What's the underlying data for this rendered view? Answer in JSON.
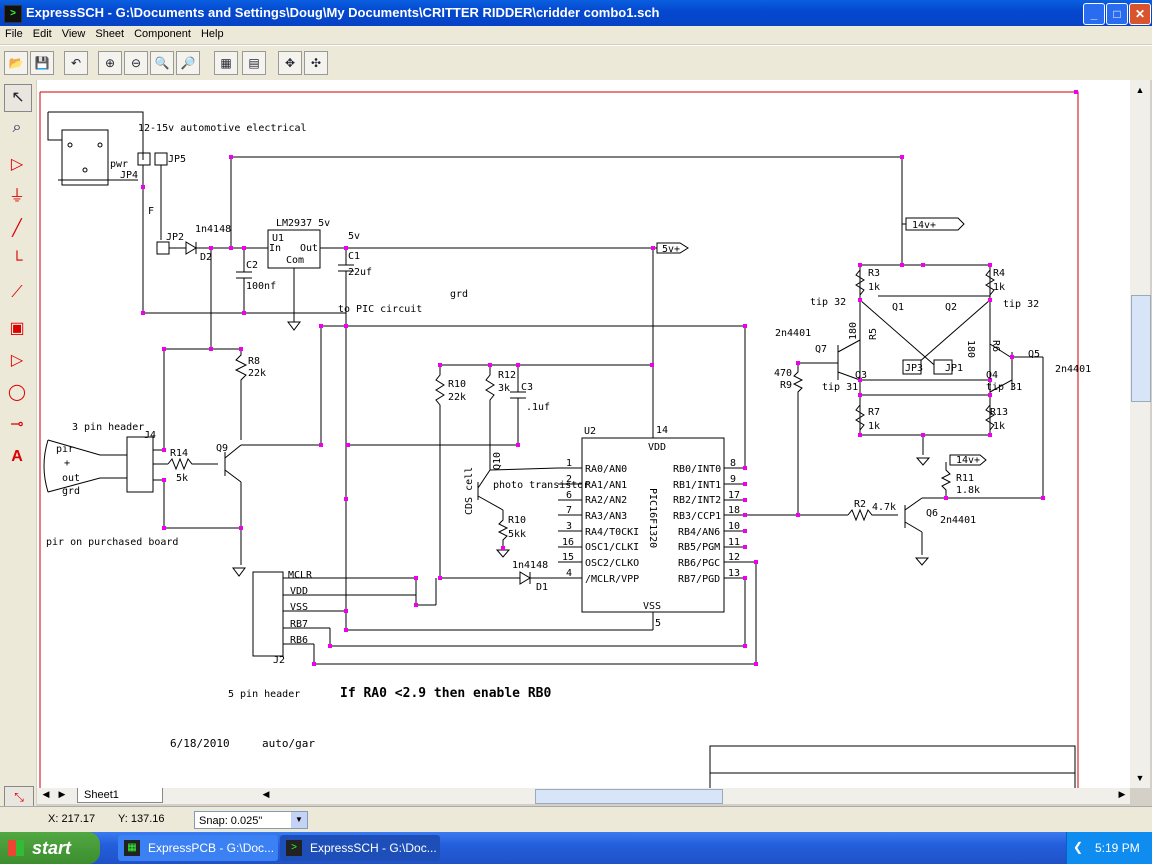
{
  "window": {
    "title": "ExpressSCH - G:\\Documents and Settings\\Doug\\My Documents\\CRITTER RIDDER\\cridder combo1.sch",
    "app_icon": "expresssch-icon",
    "buttons": {
      "minimize": "_",
      "maximize": "□",
      "close": "✕"
    }
  },
  "menu": [
    "File",
    "Edit",
    "View",
    "Sheet",
    "Component",
    "Help"
  ],
  "toolbar": [
    {
      "icon": "open-icon",
      "glyph": "📂"
    },
    {
      "icon": "save-icon",
      "glyph": "💾"
    },
    {
      "icon": "undo-icon",
      "glyph": "↶"
    },
    {
      "icon": "zoom-in-icon",
      "glyph": "⊕"
    },
    {
      "icon": "zoom-out-icon",
      "glyph": "⊖"
    },
    {
      "icon": "zoom-area-icon",
      "glyph": "🔍"
    },
    {
      "icon": "zoom-page-icon",
      "glyph": "🔎"
    },
    {
      "icon": "properties-icon",
      "glyph": "▦"
    },
    {
      "icon": "sheet-props-icon",
      "glyph": "▤"
    },
    {
      "icon": "pan-icon",
      "glyph": "✥"
    },
    {
      "icon": "center-icon",
      "glyph": "✣"
    }
  ],
  "tools": [
    {
      "icon": "select-arrow-icon",
      "glyph": "↖",
      "selected": true
    },
    {
      "icon": "zoom-tool-icon",
      "glyph": "⌕"
    },
    {
      "icon": "component-icon",
      "glyph": "▷"
    },
    {
      "icon": "ground-icon",
      "glyph": "⏚"
    },
    {
      "icon": "wire-icon",
      "glyph": "╱"
    },
    {
      "icon": "wire-corner-icon",
      "glyph": "└"
    },
    {
      "icon": "bus-icon",
      "glyph": "⟋"
    },
    {
      "icon": "module-icon",
      "glyph": "▣"
    },
    {
      "icon": "opamp-icon",
      "glyph": "▷"
    },
    {
      "icon": "circle-icon",
      "glyph": "◯"
    },
    {
      "icon": "port-icon",
      "glyph": "⊸"
    },
    {
      "icon": "text-icon",
      "glyph": "A"
    }
  ],
  "schematic": {
    "labels": {
      "supply_note": "12-15v automotive electrical",
      "pwr": "pwr",
      "jp4": "JP4",
      "jp5": "JP5",
      "jp2": "JP2",
      "fuse": "F",
      "d2_part": "1n4148",
      "d2": "D2",
      "reg": "LM2937 5v",
      "u1": "U1",
      "u1_in": "In",
      "u1_out": "Out",
      "u1_com": "Com",
      "v5": "5v",
      "c2": "C2",
      "c2_val": "100nf",
      "c1": "C1",
      "c1_val": "22uf",
      "grd": "grd",
      "to_pic": "to PIC circuit",
      "net_5v": "5v+",
      "net_14v": "14v+",
      "net_14v_b": "14v+",
      "r8": "R8",
      "r8_val": "22k",
      "r10a": "R10",
      "r10a_val": "22k",
      "r12": "R12",
      "r12_val": "3k",
      "c3": "C3",
      "c3_val": ".1uf",
      "hdr3": "3 pin header",
      "j4": "J4",
      "pir": "pir",
      "plus": "+",
      "out": "out",
      "grd2": "grd",
      "r14": "R14",
      "r14_val": "5k",
      "q9": "Q9",
      "pir_note": "pir on purchased board",
      "cds": "CDS cell",
      "q10": "Q10",
      "photo": "photo transistor",
      "r10b": "R10",
      "r10b_val": "5kk",
      "d1_part": "1n4148",
      "d1": "D1",
      "u2": "U2",
      "vdd": "VDD",
      "vss": "VSS",
      "pic": "PIC16F1320",
      "pins_left": [
        "RA0/AN0",
        "RA1/AN1",
        "RA2/AN2",
        "RA3/AN3",
        "RA4/T0CKI",
        "OSC1/CLKI",
        "OSC2/CLKO",
        "/MCLR/VPP"
      ],
      "pins_left_num": [
        "1",
        "2",
        "6",
        "7",
        "3",
        "16",
        "15",
        "4"
      ],
      "pins_right": [
        "RB0/INT0",
        "RB1/INT1",
        "RB2/INT2",
        "RB3/CCP1",
        "RB4/AN6",
        "RB5/PGM",
        "RB6/PGC",
        "RB7/PGD"
      ],
      "pins_right_num": [
        "8",
        "9",
        "17",
        "18",
        "10",
        "11",
        "12",
        "13"
      ],
      "pin14": "14",
      "pin5": "5",
      "j2_pins": [
        "MCLR",
        "VDD",
        "VSS",
        "RB7",
        "RB6"
      ],
      "j2": "J2",
      "hdr5": "5 pin header",
      "note_logic": "If RA0 <2.9 then enable RB0",
      "date": "6/18/2010",
      "mode": "auto/gar",
      "r3": "R3",
      "r3_val": "1k",
      "r4": "R4",
      "r4_val": "1k",
      "tip32a": "tip 32",
      "tip32b": "tip 32",
      "q1": "Q1",
      "q2": "Q2",
      "r5": "R5",
      "r5_val": "180",
      "r6": "R6",
      "r6_val": "180",
      "n2n4401a": "2n4401",
      "n2n4401b": "2n4401",
      "n2n4401c": "2n4401",
      "q7": "Q7",
      "q5": "Q5",
      "r9": "R9",
      "r9_val": "470",
      "tip31a": "tip 31",
      "tip31b": "tip 31",
      "q3": "Q3",
      "q4": "Q4",
      "jp3": "JP3",
      "jp1": "JP1",
      "r7": "R7",
      "r7_val": "1k",
      "r13": "R13",
      "r13_val": "1k",
      "r11": "R11",
      "r11_val": "1.8k",
      "r2": "R2",
      "r2_val": "4.7k",
      "q6": "Q6"
    }
  },
  "sheet_tab": "Sheet1",
  "status": {
    "x": "X: 217.17",
    "y": "Y: 137.16",
    "snap": "Snap: 0.025\""
  },
  "taskbar": {
    "start": "start",
    "tasks": [
      "ExpressPCB - G:\\Doc...",
      "ExpressSCH - G:\\Doc..."
    ],
    "time": "5:19 PM"
  }
}
